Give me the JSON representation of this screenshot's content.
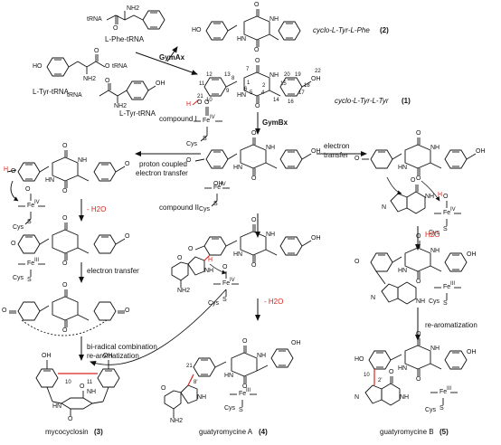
{
  "reagents": {
    "phe_trna_prefix": "tRNA",
    "phe_trna_name": "L-Phe-tRNA",
    "tyr_trna_left": "L-Tyr-tRNA",
    "tyr_trna_right": "L-Tyr-tRNA",
    "trna_o_left": "O",
    "trna_o_right": "tRNA",
    "nh2": "NH2"
  },
  "enzymes": {
    "gymax": "GymAx",
    "gymbx": "GymBx"
  },
  "products": {
    "cyclo_phe": "cyclo-L-Tyr-L-Phe",
    "cyclo_phe_num": "(2)",
    "cyclo_tyr": "cyclo-L-Tyr-L-Tyr",
    "cyclo_tyr_num": "(1)",
    "mycocyclosin": "mycocyclosin",
    "mycocyclosin_num": "(3)",
    "guatyromycine_a": "guatyromycine A",
    "guatyromycine_a_num": "(4)",
    "guatyromycine_b": "guatyromycine B",
    "guatyromycine_b_num": "(5)"
  },
  "steps": {
    "compound_i": "compound I",
    "compound_ii": "compound II",
    "pcet_line1": "proton coupled",
    "pcet_line2": "electron transfer",
    "et_right_line1": "electron",
    "et_right_line2": "transfer",
    "minus_h2o": "- H2O",
    "h2o": "H2O",
    "electron_transfer": "electron transfer",
    "biradical_line1": "bi-radical combination",
    "biradical_line2": "re-aromatization",
    "rearomatization": "re-aromatization"
  },
  "iron": {
    "fe_iv": "Fe",
    "fe_iv_ox": "IV",
    "fe_iii": "Fe",
    "fe_iii_ox": "III",
    "cys": "Cys",
    "s": "S",
    "o": "O",
    "h": "H",
    "oh": "OH"
  },
  "atoms": {
    "nh": "NH",
    "hn": "HN",
    "n": "N",
    "o": "O",
    "h": "H",
    "nh2": "NH2",
    "ho": "HO"
  },
  "numbering": [
    "1",
    "2",
    "3",
    "4",
    "5",
    "6",
    "7",
    "8",
    "9",
    "10",
    "11",
    "12",
    "13",
    "14",
    "15",
    "16",
    "17",
    "18",
    "19",
    "20",
    "21",
    "22"
  ],
  "positions": {
    "p21": "21",
    "p8p": "8'",
    "p10": "10",
    "p2p": "2'",
    "p11": "11"
  },
  "colors": {
    "highlight": "#d8241c",
    "bond": "#111111",
    "arrow": "#111111"
  }
}
